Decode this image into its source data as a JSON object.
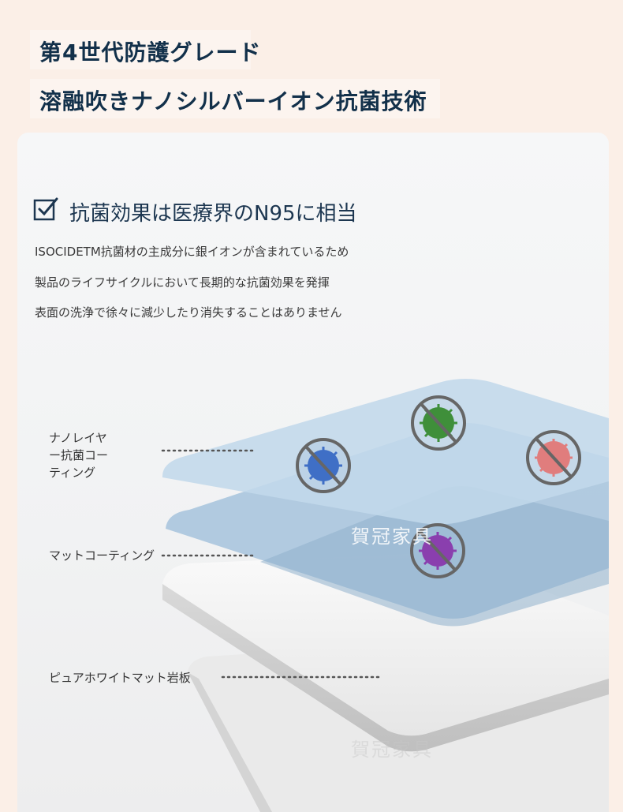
{
  "header": {
    "line1": "第4世代防護グレード",
    "line2": "溶融吹きナノシルバーイオン抗菌技術"
  },
  "feature": {
    "title": "抗菌効果は医療界のN95に相当",
    "desc": [
      "ISOCIDETM抗菌材の主成分に銀イオンが含まれているため",
      "製品のライフサイクルにおいて長期的な抗菌効果を発揮",
      "表面の洗浄で徐々に減少したり消失することはありません"
    ]
  },
  "layers": {
    "nano": "ナノレイヤ\nー抗菌コー\nティング",
    "matte": "マットコーティング",
    "board": "ピュアホワイトマット岩板"
  },
  "watermark": "賀冠家具",
  "colors": {
    "headline": "#12304a",
    "layer_top": "#b9d2e6",
    "layer_mid": "#a8c6df",
    "virus_blue": "#3f6fc6",
    "virus_green": "#3f8f3a",
    "virus_red": "#e07d7d",
    "virus_purple": "#8a3fae"
  }
}
